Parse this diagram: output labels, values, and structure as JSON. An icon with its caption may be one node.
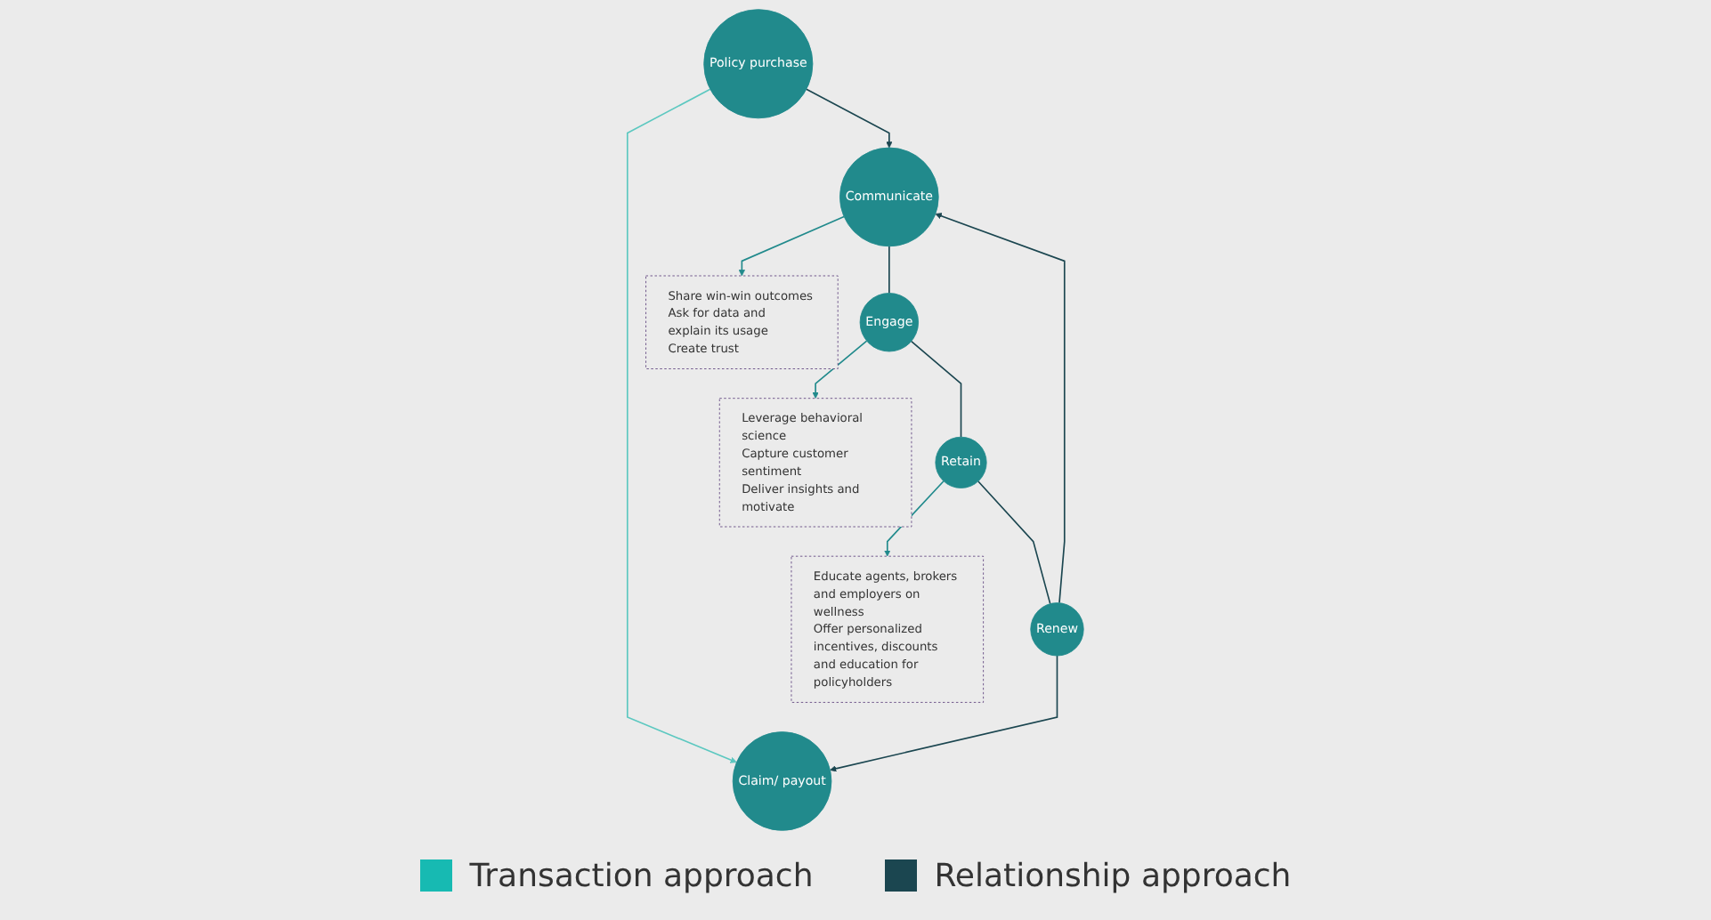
{
  "diagram": {
    "nodes": [
      {
        "text": [
          "Policy purchase"
        ]
      },
      {
        "text": [
          "Renew"
        ]
      },
      {
        "text": [
          "Claim/ payout"
        ]
      },
      {
        "text": [
          "Communicate"
        ]
      },
      {
        "text": [
          "Engage"
        ]
      },
      {
        "text": [
          "Retain"
        ]
      },
      {
        "text": [
          "Share win-win outcomes",
          "Ask for data and explain its usage",
          "Create trust"
        ]
      },
      {
        "text": [
          "Leverage behavioral science",
          "Capture customer sentiment",
          "Deliver insights and motivate"
        ]
      },
      {
        "text": [
          "Educate agents, brokers and employers on wellness",
          "Offer personalized incentives, discounts and education for policyholders"
        ]
      }
    ],
    "edges": [
      {
        "from": 0,
        "to": 2,
        "arrow": "to",
        "color": "#5cc8c0"
      },
      {
        "from": 1,
        "to": 3,
        "arrow": "to"
      },
      {
        "from": 1,
        "to": 2,
        "arrow": "to"
      },
      {
        "from": 0,
        "to": 3,
        "arrow": "to"
      },
      {
        "from": 3,
        "to": 4,
        "arrow": "none"
      },
      {
        "from": 4,
        "to": 5,
        "arrow": "none"
      },
      {
        "from": 5,
        "to": 1,
        "arrow": "none"
      },
      {
        "from": 3,
        "to": 6,
        "arrow": "to",
        "color": "#218a8c"
      },
      {
        "from": 4,
        "to": 7,
        "arrow": "to",
        "color": "#218a8c"
      },
      {
        "from": 5,
        "to": 8,
        "arrow": "to",
        "color": "#218a8c"
      }
    ],
    "legend": [
      {
        "text": "Transaction approach",
        "color": "#17bab2"
      },
      {
        "text": "Relationship approach",
        "color": "#1b4650"
      }
    ]
  }
}
